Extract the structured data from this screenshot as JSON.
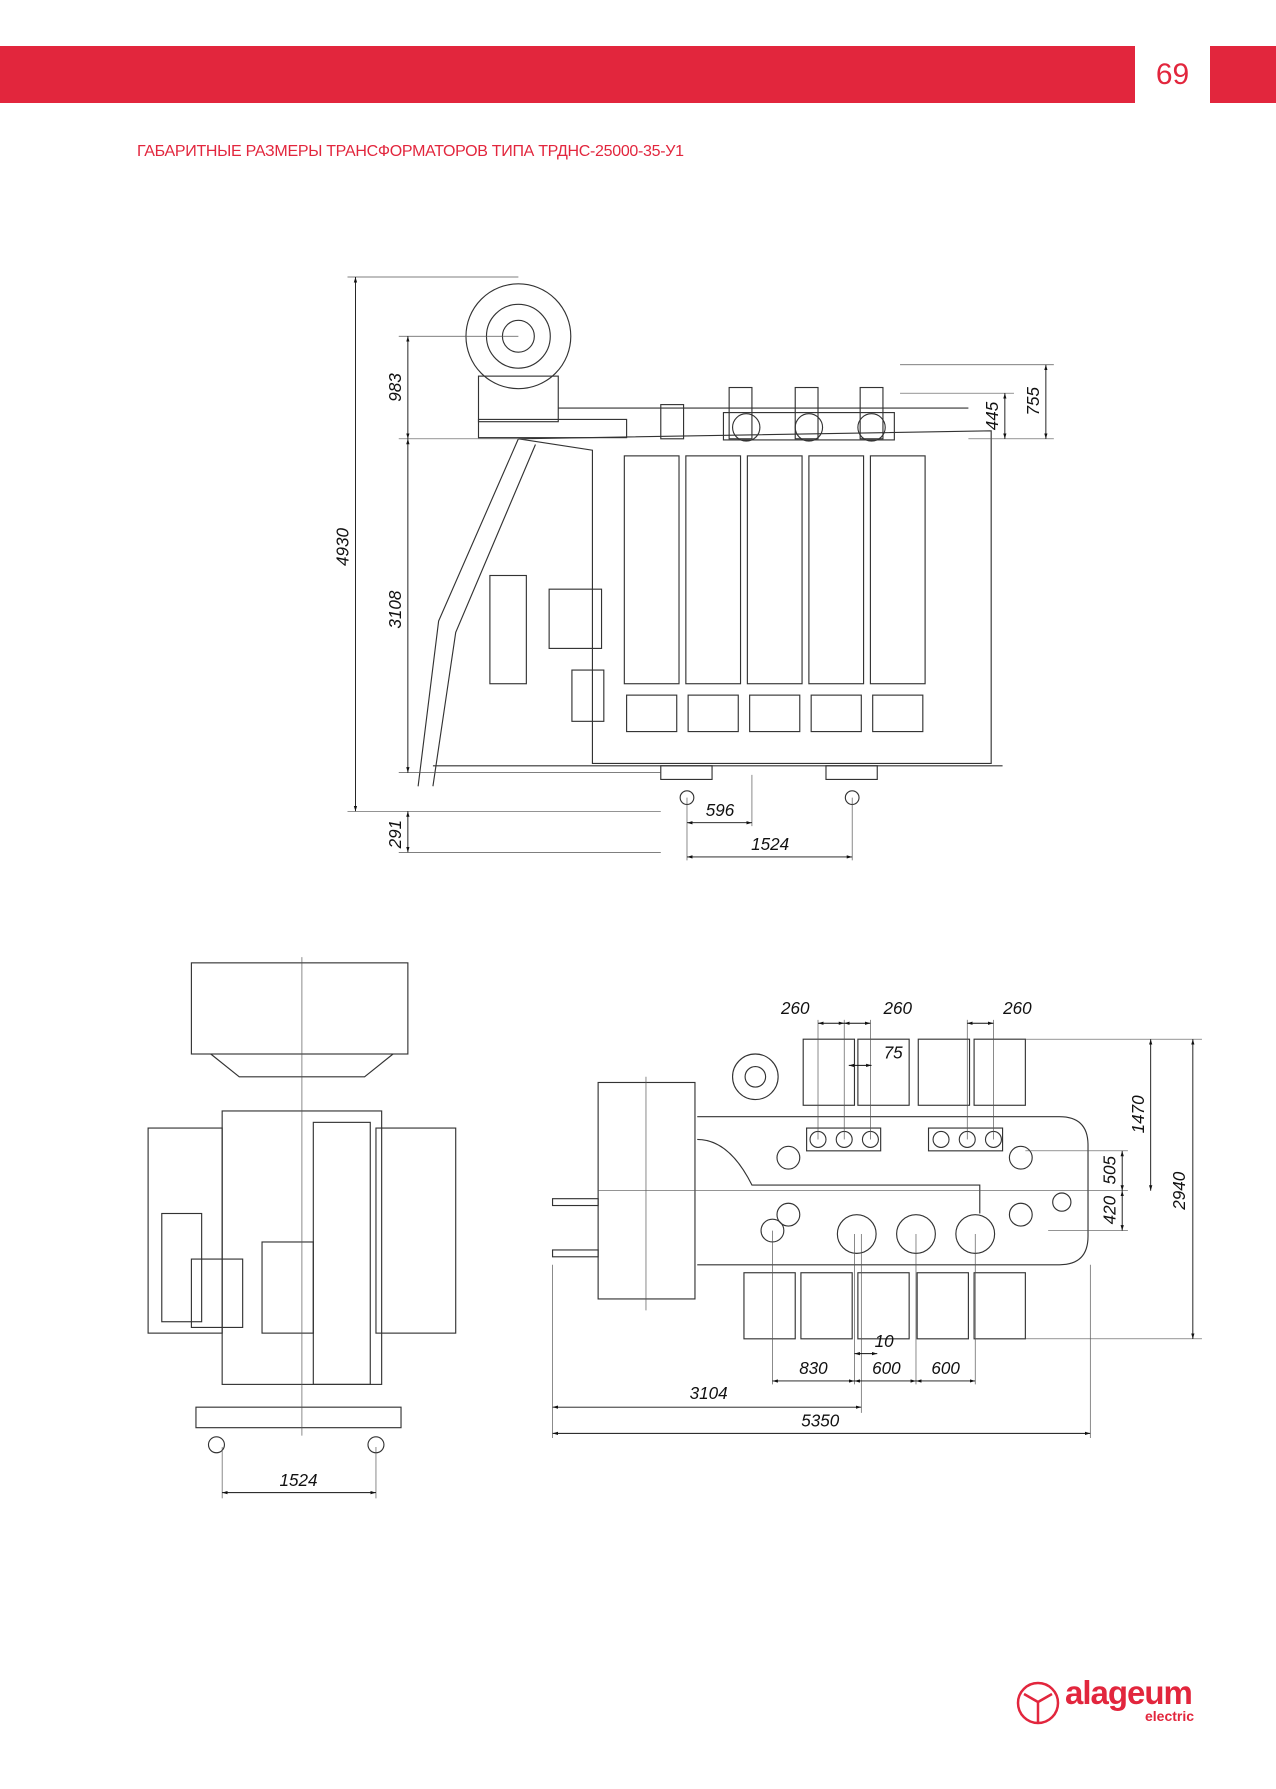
{
  "header": {
    "page_number": "69",
    "accent_color": "#e2263d"
  },
  "title": "ГАБАРИТНЫЕ РАЗМЕРЫ ТРАНСФОРМАТОРОВ ТИПА ТРДНС-25000-35-У1",
  "side_view": {
    "dims": {
      "total_height": "4930",
      "conservator": "983",
      "tank_height": "3108",
      "base": "291",
      "bushing_high": "755",
      "bushing_low": "445",
      "wheel_offset": "596",
      "wheel_gauge": "1524"
    }
  },
  "front_view": {
    "dims": {
      "wheel_gauge": "1524"
    }
  },
  "plan_view": {
    "dims": {
      "r1": "260",
      "r2": "260",
      "r3": "260",
      "offset": "75",
      "half_width": "1470",
      "total_width": "2940",
      "d505": "505",
      "d420": "420",
      "d10": "10",
      "d830": "830",
      "d600a": "600",
      "d600b": "600",
      "d3104": "3104",
      "total_length": "5350"
    }
  },
  "logo": {
    "name": "alageum",
    "sub": "electric"
  }
}
